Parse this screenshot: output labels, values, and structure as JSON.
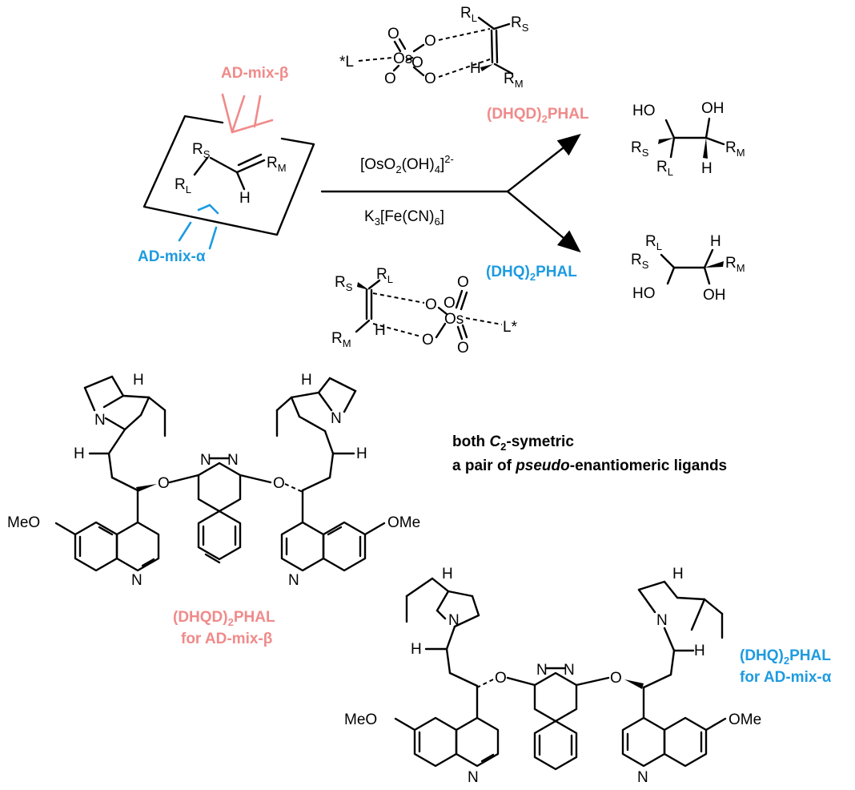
{
  "colors": {
    "beta": "#f08a8a",
    "alpha": "#1e9be0"
  },
  "top": {
    "ad_mix_beta": "AD-mix-β",
    "ad_mix_alpha": "AD-mix-α",
    "alkene": {
      "rs": "R",
      "rs_sub": "S",
      "rl": "R",
      "rl_sub": "L",
      "rm": "R",
      "rm_sub": "M",
      "h": "H"
    },
    "reagent_top": "[OsO",
    "reagent_top_sub1": "2",
    "reagent_top_mid": "(OH)",
    "reagent_top_sub2": "4",
    "reagent_top_end": "]",
    "reagent_top_sup": "2-",
    "reagent_bottom": "K",
    "reagent_bottom_sub1": "3",
    "reagent_bottom_mid": "[Fe(CN)",
    "reagent_bottom_sub2": "6",
    "reagent_bottom_end": "]",
    "dhqd_label": "(DHQD)",
    "dhqd_sub": "2",
    "dhqd_tail": "PHAL",
    "dhq_label": "(DHQ)",
    "dhq_sub": "2",
    "dhq_tail": "PHAL",
    "ts_top": {
      "ligand": "*L",
      "os": "Os",
      "o": "O",
      "h": "H"
    },
    "ts_bottom": {
      "ligand": "L*",
      "os": "Os",
      "o": "O",
      "h": "H"
    },
    "product": {
      "ho": "HO",
      "oh": "OH",
      "h": "H"
    }
  },
  "note": {
    "line1_a": "both ",
    "line1_c": "C",
    "line1_sub": "2",
    "line1_b": "-symetric",
    "line2_a": "a pair of ",
    "line2_italic": "pseudo",
    "line2_b": "-enantiomeric ligands"
  },
  "ligands": {
    "meo": "MeO",
    "ome": "OMe",
    "n": "N",
    "h": "H",
    "o": "O",
    "dhqd_caption1": "(DHQD)",
    "dhqd_caption1_sub": "2",
    "dhqd_caption1_tail": "PHAL",
    "dhqd_caption2": "for AD-mix-β",
    "dhq_caption1": "(DHQ)",
    "dhq_caption1_sub": "2",
    "dhq_caption1_tail": "PHAL",
    "dhq_caption2": "for AD-mix-α"
  }
}
